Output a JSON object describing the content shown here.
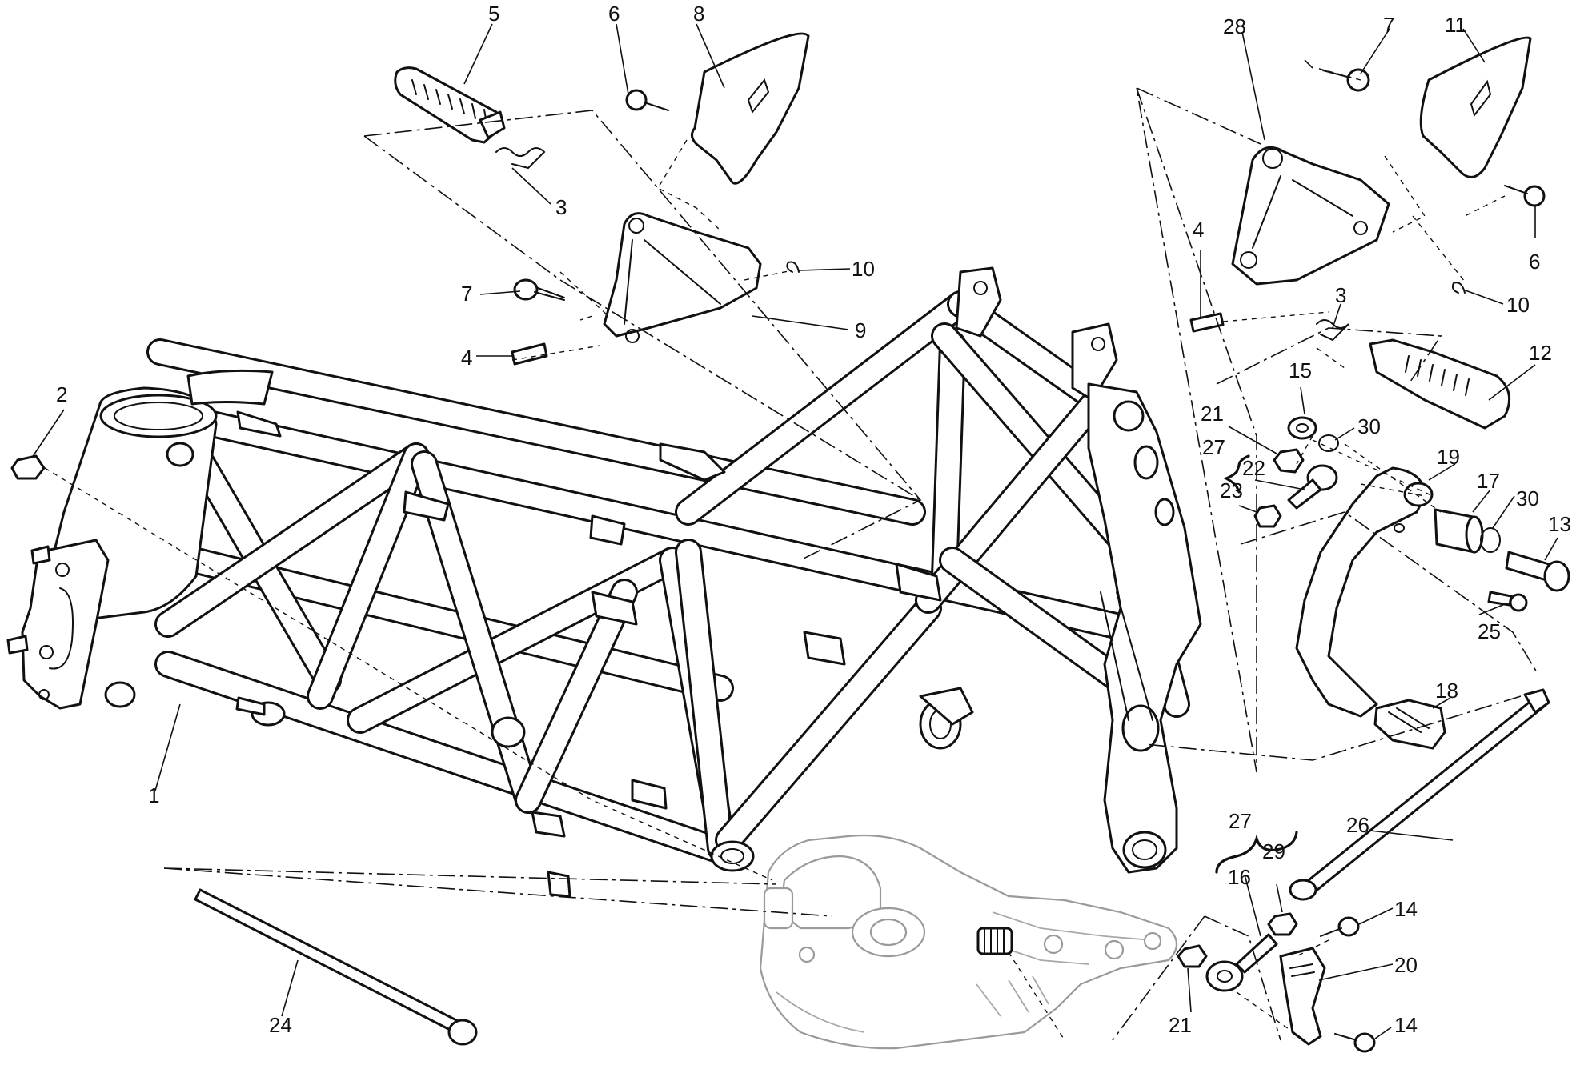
{
  "callouts": [
    {
      "id": "c1",
      "label": "1"
    },
    {
      "id": "c2",
      "label": "2"
    },
    {
      "id": "c3a",
      "label": "3"
    },
    {
      "id": "c3b",
      "label": "3"
    },
    {
      "id": "c4a",
      "label": "4"
    },
    {
      "id": "c4b",
      "label": "4"
    },
    {
      "id": "c5",
      "label": "5"
    },
    {
      "id": "c6a",
      "label": "6"
    },
    {
      "id": "c6b",
      "label": "6"
    },
    {
      "id": "c7a",
      "label": "7"
    },
    {
      "id": "c7b",
      "label": "7"
    },
    {
      "id": "c8",
      "label": "8"
    },
    {
      "id": "c9",
      "label": "9"
    },
    {
      "id": "c10a",
      "label": "10"
    },
    {
      "id": "c10b",
      "label": "10"
    },
    {
      "id": "c11",
      "label": "11"
    },
    {
      "id": "c12",
      "label": "12"
    },
    {
      "id": "c13",
      "label": "13"
    },
    {
      "id": "c14a",
      "label": "14"
    },
    {
      "id": "c14b",
      "label": "14"
    },
    {
      "id": "c15",
      "label": "15"
    },
    {
      "id": "c16",
      "label": "16"
    },
    {
      "id": "c17",
      "label": "17"
    },
    {
      "id": "c18",
      "label": "18"
    },
    {
      "id": "c19",
      "label": "19"
    },
    {
      "id": "c20",
      "label": "20"
    },
    {
      "id": "c21a",
      "label": "21"
    },
    {
      "id": "c21b",
      "label": "21"
    },
    {
      "id": "c22",
      "label": "22"
    },
    {
      "id": "c23",
      "label": "23"
    },
    {
      "id": "c24",
      "label": "24"
    },
    {
      "id": "c25",
      "label": "25"
    },
    {
      "id": "c26",
      "label": "26"
    },
    {
      "id": "c27a",
      "label": "27"
    },
    {
      "id": "c27b",
      "label": "27"
    },
    {
      "id": "c28",
      "label": "28"
    },
    {
      "id": "c29",
      "label": "29"
    },
    {
      "id": "c30a",
      "label": "30"
    },
    {
      "id": "c30b",
      "label": "30"
    }
  ]
}
